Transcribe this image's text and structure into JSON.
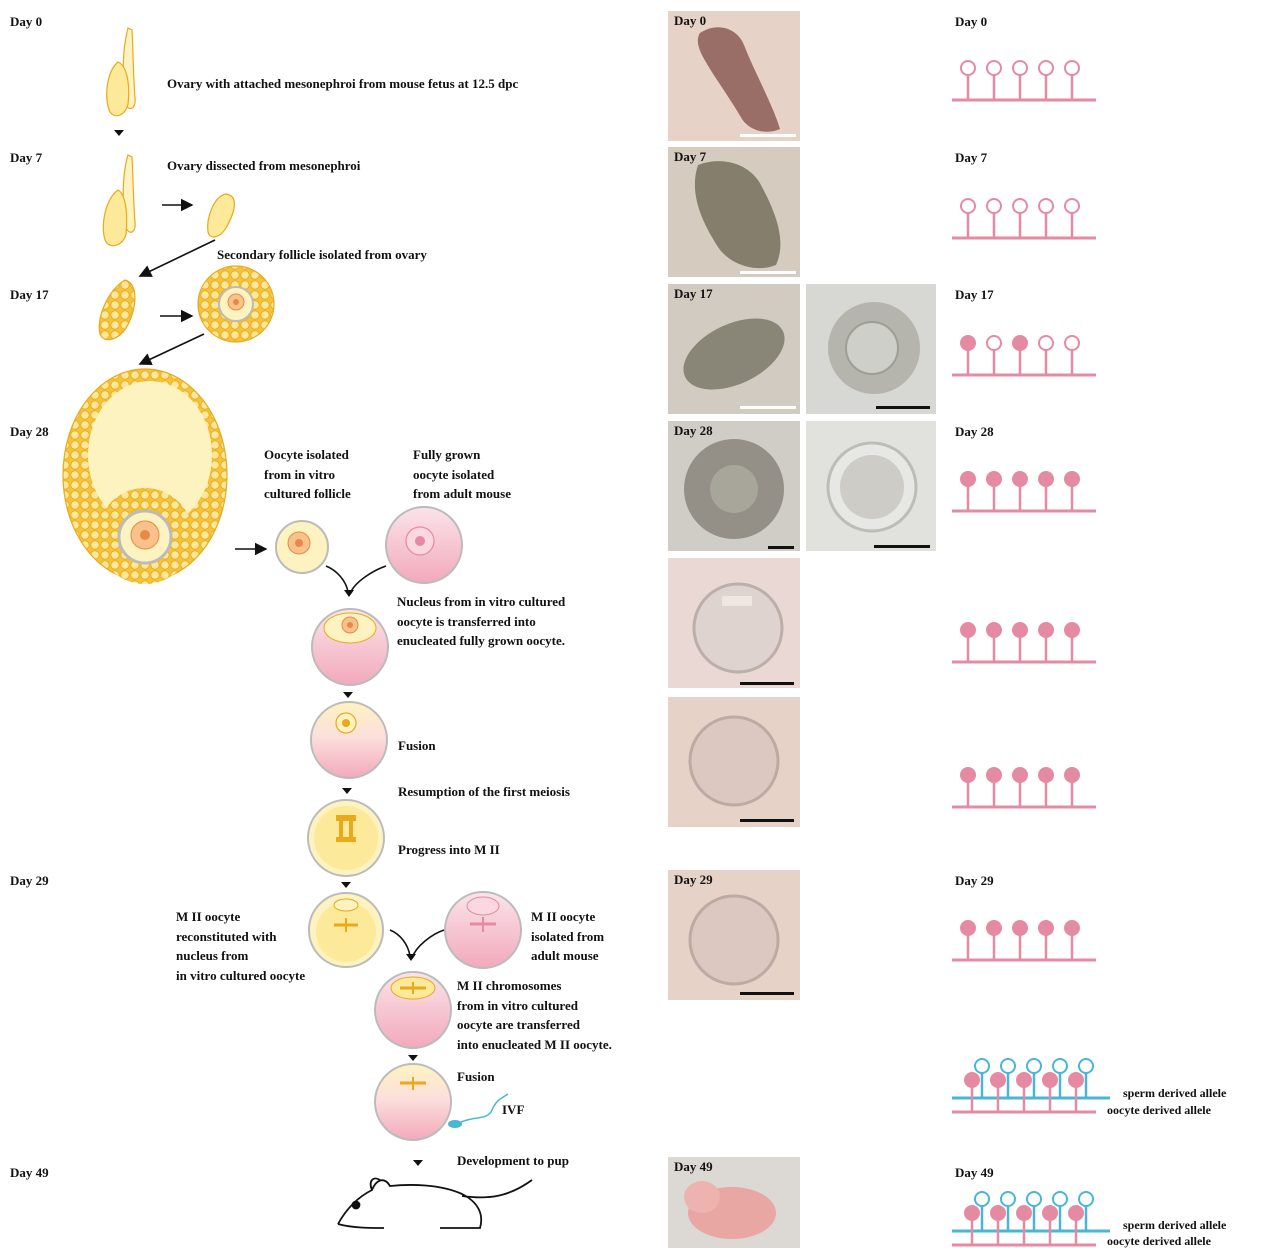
{
  "days": {
    "d0": "Day 0",
    "d7": "Day 7",
    "d17": "Day 17",
    "d28": "Day 28",
    "d29": "Day 29",
    "d49": "Day 49"
  },
  "labels": {
    "ovary_attached": "Ovary with attached mesonephroi from mouse fetus at 12.5 dpc",
    "ovary_dissected": "Ovary dissected from mesonephroi",
    "secondary_follicle": "Secondary follicle isolated from ovary",
    "oocyte_isolated": [
      "Oocyte isolated",
      "from in vitro",
      "cultured follicle"
    ],
    "fully_grown": [
      "Fully grown",
      "oocyte isolated",
      "from adult mouse"
    ],
    "nucleus_transfer": [
      "Nucleus from in vitro cultured",
      "oocyte is transferred into",
      "enucleated fully grown oocyte."
    ],
    "fusion1": "Fusion",
    "resumption": "Resumption of the first meiosis",
    "progress": "Progress into M II",
    "mii_reconstituted": [
      "M II oocyte",
      "reconstituted with",
      "nucleus from",
      "in vitro cultured oocyte"
    ],
    "mii_isolated": [
      "M II oocyte",
      "isolated from",
      "adult mouse"
    ],
    "mii_chromosomes": [
      "M II chromosomes",
      "from in vitro cultured",
      "oocyte are transferred",
      "into enucleated M II oocyte."
    ],
    "fusion2": "Fusion",
    "ivf": "IVF",
    "development": "Development to pup"
  },
  "allele_labels": {
    "sperm": "sperm derived allele",
    "oocyte": "oocyte derived allele"
  },
  "methylation": {
    "rows": [
      {
        "day": "Day 0",
        "filled": [
          false,
          false,
          false,
          false,
          false
        ]
      },
      {
        "day": "Day 7",
        "filled": [
          false,
          false,
          false,
          false,
          false
        ]
      },
      {
        "day": "Day 17",
        "filled": [
          true,
          false,
          true,
          false,
          false
        ]
      },
      {
        "day": "Day 28",
        "filled": [
          true,
          true,
          true,
          true,
          true
        ]
      },
      {
        "day": "",
        "filled": [
          true,
          true,
          true,
          true,
          true
        ]
      },
      {
        "day": "",
        "filled": [
          true,
          true,
          true,
          true,
          true
        ]
      },
      {
        "day": "Day 29",
        "filled": [
          true,
          true,
          true,
          true,
          true
        ]
      }
    ]
  },
  "colors": {
    "follicle": "#f3c33a",
    "follicle_fill": "#fdf3c0",
    "pink": "#e58aa3",
    "blue": "#49b6d6",
    "photo_bg": "#e8d6cc"
  }
}
